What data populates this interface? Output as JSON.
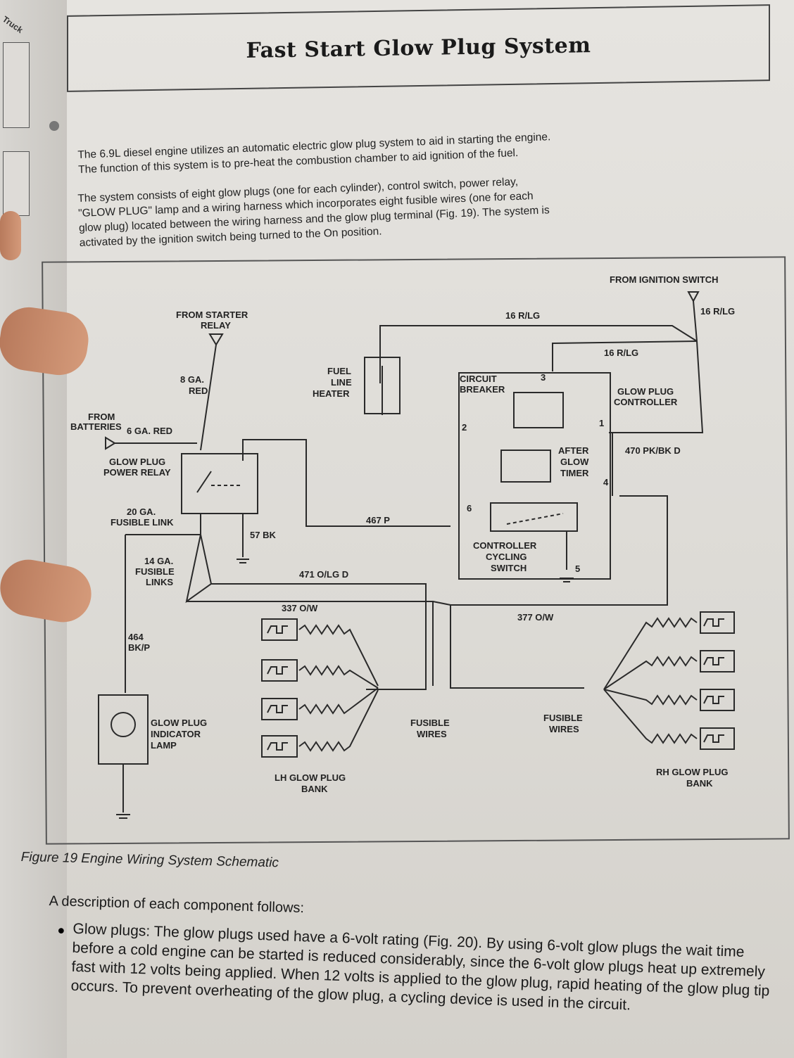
{
  "left_page": {
    "tab": "Truck"
  },
  "header": {
    "title": "Fast Start Glow Plug System"
  },
  "intro": {
    "para1_line1": "The 6.9L diesel engine utilizes an automatic electric glow plug system to aid in starting the engine.",
    "para1_line2": "The function of this system is to pre-heat the combustion chamber to aid ignition of the fuel.",
    "para2_line1": "The system consists of eight glow plugs (one for each cylinder), control switch, power relay,",
    "para2_line2": "\"GLOW PLUG\" lamp and a wiring harness which incorporates eight fusible wires (one for each",
    "para2_line3": "glow plug) located between the wiring harness and the glow plug terminal (Fig. 19). The system is",
    "para2_line4": "activated by the ignition switch being turned to the On position."
  },
  "diagram": {
    "from_ignition_switch": "FROM IGNITION SWITCH",
    "w_16rlg_a": "16 R/LG",
    "w_16rlg_b": "16 R/LG",
    "w_16rlg_c": "16 R/LG",
    "from_starter_1": "FROM STARTER",
    "from_starter_2": "RELAY",
    "fuel_1": "FUEL",
    "fuel_2": "LINE",
    "fuel_3": "HEATER",
    "ga8_1": "8 GA.",
    "ga8_2": "RED",
    "cb_1": "CIRCUIT",
    "cb_2": "BREAKER",
    "gpc_1": "GLOW PLUG",
    "gpc_2": "CONTROLLER",
    "from_bat_1": "FROM",
    "from_bat_2": "BATTERIES",
    "ga6": "6 GA. RED",
    "relay_1": "GLOW PLUG",
    "relay_2": "POWER RELAY",
    "after_1": "AFTER",
    "after_2": "GLOW",
    "after_3": "TIMER",
    "w470": "470 PK/BK D",
    "ga20_1": "20 GA.",
    "ga20_2": "FUSIBLE LINK",
    "w467": "467  P",
    "w57": "57 BK",
    "ccs_1": "CONTROLLER",
    "ccs_2": "CYCLING",
    "ccs_3": "SWITCH",
    "ga14_1": "14 GA.",
    "ga14_2": "FUSIBLE",
    "ga14_3": "LINKS",
    "w471": "471  O/LG  D",
    "w337": "337  O/W",
    "w377": "377  O/W",
    "w464_1": "464",
    "w464_2": "BK/P",
    "lamp_1": "GLOW PLUG",
    "lamp_2": "INDICATOR",
    "lamp_3": "LAMP",
    "fw_left_1": "FUSIBLE",
    "fw_left_2": "WIRES",
    "fw_right_1": "FUSIBLE",
    "fw_right_2": "WIRES",
    "lh_1": "LH GLOW PLUG",
    "lh_2": "BANK",
    "rh_1": "RH GLOW PLUG",
    "rh_2": "BANK",
    "pin1": "1",
    "pin2": "2",
    "pin3": "3",
    "pin4": "4",
    "pin5": "5",
    "pin6": "6"
  },
  "caption": "Figure 19 Engine Wiring System Schematic",
  "description": {
    "heading": "A description of each component follows:",
    "bullet": "Glow plugs: The glow plugs used have a 6-volt rating (Fig. 20). By using 6-volt glow plugs the wait time before a cold engine can be started is reduced considerably, since the 6-volt glow plugs heat up extremely fast with 12 volts being applied. When 12 volts is applied to the glow plug, rapid heating of the glow plug tip occurs. To prevent overheating of the glow plug, a cycling device is used in the circuit."
  }
}
